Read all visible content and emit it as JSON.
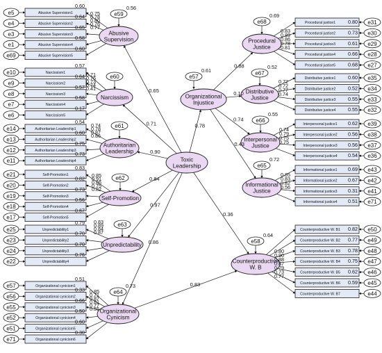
{
  "latents": [
    {
      "id": "abusive",
      "name": [
        "Abusive",
        "Supervision"
      ],
      "err": "e59",
      "r2": "0.56"
    },
    {
      "id": "narc",
      "name": [
        "Narcissism"
      ],
      "err": "e60",
      "r2": ""
    },
    {
      "id": "auth",
      "name": [
        "Authoritarian",
        "Leadership"
      ],
      "err": "e61",
      "r2": ""
    },
    {
      "id": "selfp",
      "name": [
        "Self-Promotion"
      ],
      "err": "e62",
      "r2": ""
    },
    {
      "id": "unpred",
      "name": [
        "Unpredictability"
      ],
      "err": "e63",
      "r2": ""
    },
    {
      "id": "cyn",
      "name": [
        "Organizational",
        "Cynicism"
      ],
      "err": "e64",
      "r2": "0.73"
    },
    {
      "id": "toxic",
      "name": [
        "Toxic",
        "Leadership"
      ],
      "err": "",
      "r2": ""
    },
    {
      "id": "oi",
      "name": [
        "Organizational",
        "Injustice"
      ],
      "err": "e57",
      "r2": "0.61"
    },
    {
      "id": "pj",
      "name": [
        "Procedural",
        "Justice"
      ],
      "err": "e68",
      "r2": "0.69"
    },
    {
      "id": "dj",
      "name": [
        "Distributive",
        "Justice"
      ],
      "err": "e67",
      "r2": "0.52"
    },
    {
      "id": "ij",
      "name": [
        "Interpersonal",
        "Justice"
      ],
      "err": "e66",
      "r2": "0.55"
    },
    {
      "id": "infj",
      "name": [
        "Informational",
        "Justice"
      ],
      "err": "e65",
      "r2": "0.72"
    },
    {
      "id": "cwb",
      "name": [
        "Counterproductive",
        "W. B"
      ],
      "err": "e58",
      "r2": "0.64"
    }
  ],
  "indicators": {
    "abusive": {
      "side": "L",
      "items": [
        {
          "err": "e5",
          "label": "Abusive Supervision1",
          "val": "0.60",
          "load": "0.75"
        },
        {
          "err": "e4",
          "label": "Abusive Supervision2",
          "val": "0.64",
          "load": "0.78"
        },
        {
          "err": "e3",
          "label": "Abusive Supervision3",
          "val": "0.65",
          "load": "0.80"
        },
        {
          "err": "e1",
          "label": "Abusive Supervision4",
          "val": "0.58",
          "load": "0.76"
        },
        {
          "err": "e69",
          "label": "Abusive Supervision5",
          "val": "0.60",
          "load": "0.77"
        }
      ]
    },
    "narc": {
      "side": "L",
      "items": [
        {
          "err": "e10",
          "label": "Narcissism1",
          "val": "0.57",
          "load": "0.71"
        },
        {
          "err": "e9",
          "label": "Narcissism2",
          "val": "0.64",
          "load": "0.76"
        },
        {
          "err": "e8",
          "label": "Narcissism3",
          "val": "0.57",
          "load": "0.73"
        },
        {
          "err": "e7",
          "label": "Narcissism4",
          "val": "0.58",
          "load": "0.74"
        },
        {
          "err": "e6",
          "label": "Narcissism5",
          "val": "0.17",
          "load": "0.41"
        }
      ]
    },
    "auth": {
      "side": "L",
      "items": [
        {
          "err": "e14",
          "label": "Authoritarian Leadership1",
          "val": "0.54",
          "load": "0.74"
        },
        {
          "err": "e13",
          "label": "Authoritarian Leadership2",
          "val": "0.60",
          "load": "0.78"
        },
        {
          "err": "e12",
          "label": "Authoritarian Leadership3",
          "val": "0.75",
          "load": "0.87"
        },
        {
          "err": "e11",
          "label": "Authoritarian Leadership4",
          "val": "0.73",
          "load": "0.86"
        }
      ]
    },
    "selfp": {
      "side": "L",
      "items": [
        {
          "err": "e21",
          "label": "Self-Promotion1",
          "val": "0.83",
          "load": "0.85"
        },
        {
          "err": "e20",
          "label": "Self-Promotion2",
          "val": "0.82",
          "load": "0.91"
        },
        {
          "err": "e19",
          "label": "Self-Promotion3",
          "val": "0.73",
          "load": "0.86"
        },
        {
          "err": "e18",
          "label": "Self-Promotion4",
          "val": "0.56",
          "load": "0.75"
        },
        {
          "err": "e17",
          "label": "Self-Promotion5",
          "val": "0.67",
          "load": "0.82"
        }
      ]
    },
    "unpred": {
      "side": "L",
      "items": [
        {
          "err": "e25",
          "label": "Unpredictability1",
          "val": "0.79",
          "load": "0.83"
        },
        {
          "err": "e23",
          "label": "Unpredictability2",
          "val": "0.70",
          "load": "0.89"
        },
        {
          "err": "e24",
          "label": "Unpredictability3",
          "val": "0.70",
          "load": "0.84"
        },
        {
          "err": "e22",
          "label": "Unpredictability4",
          "val": "0.76",
          "load": "0.87"
        }
      ]
    },
    "cyn": {
      "side": "L",
      "items": [
        {
          "err": "e57",
          "label": "Organizational cynicism1",
          "val": "0.51",
          "load": "0.85"
        },
        {
          "err": "e56",
          "label": "Organizational cynicism2",
          "val": "0.33",
          "load": "0.71"
        },
        {
          "err": "e55",
          "label": "Organizational cynicism3",
          "val": "0.66",
          "load": "0.87"
        },
        {
          "err": "e52",
          "label": "Organizational cynicism4",
          "val": "0.50",
          "load": "0.81"
        },
        {
          "err": "e51",
          "label": "Organizational cynicism5",
          "val": "0.60",
          "load": "0.77"
        },
        {
          "err": "e71",
          "label": "Organizational cynicism6",
          "val": "0.30",
          "load": "0.55"
        }
      ]
    },
    "pj": {
      "side": "R",
      "items": [
        {
          "err": "e31",
          "label": "Procedural justice1",
          "val": "0.80",
          "load": "0.83"
        },
        {
          "err": "e30",
          "label": "Procedural justice2",
          "val": "0.73",
          "load": "0.89"
        },
        {
          "err": "e29",
          "label": "Procedural justice3",
          "val": "0.61",
          "load": "0.86"
        },
        {
          "err": "e28",
          "label": "Procedural justice4",
          "val": "0.66",
          "load": "0.78"
        },
        {
          "err": "e27",
          "label": "Procedural justice5",
          "val": "0.68",
          "load": "0.81"
        }
      ]
    },
    "dj": {
      "side": "R",
      "items": [
        {
          "err": "e35",
          "label": "Distributive justice1",
          "val": "0.60",
          "load": "0.72"
        },
        {
          "err": "e34",
          "label": "Distributive justice2",
          "val": "0.52",
          "load": "0.72"
        },
        {
          "err": "e33",
          "label": "Distributive justice3",
          "val": "0.55",
          "load": "0.77"
        },
        {
          "err": "e32",
          "label": "Distributive justice4",
          "val": "0.55",
          "load": "0.74"
        }
      ]
    },
    "ij": {
      "side": "R",
      "items": [
        {
          "err": "e39",
          "label": "Interpersonal justice1",
          "val": "0.62",
          "load": "0.74"
        },
        {
          "err": "e38",
          "label": "Interpersonal justice2",
          "val": "0.56",
          "load": "0.79"
        },
        {
          "err": "e37",
          "label": "Interpersonal justice3",
          "val": "0.56",
          "load": "0.75"
        },
        {
          "err": "e36",
          "label": "Interpersonal justice4",
          "val": "0.54",
          "load": "0.75"
        }
      ]
    },
    "infj": {
      "side": "R",
      "items": [
        {
          "err": "e43",
          "label": "Informational justice1",
          "val": "0.69",
          "load": "0.85"
        },
        {
          "err": "e42",
          "label": "Informational justice2",
          "val": "0.67",
          "load": "0.83"
        },
        {
          "err": "e41",
          "label": "Informational justice3",
          "val": "0.31",
          "load": "0.82"
        },
        {
          "err": "e71",
          "label": "Informational justice4",
          "val": "0.51",
          "load": "0.56"
        }
      ]
    },
    "cwb": {
      "side": "R",
      "items": [
        {
          "err": "e50",
          "label": "Counterproductive W. B1",
          "val": "0.82",
          "load": "0.80"
        },
        {
          "err": "e49",
          "label": "Counterproductive W. B2",
          "val": "0.77",
          "load": "0.90"
        },
        {
          "err": "e48",
          "label": "Counterproductive W. B3",
          "val": "0.78",
          "load": "0.88"
        },
        {
          "err": "e47",
          "label": "Counterproductive W. B4",
          "val": "0.75",
          "load": "0.87"
        },
        {
          "err": "e46",
          "label": "Counterproductive W. B5",
          "val": "0.62",
          "load": "0.79"
        },
        {
          "err": "e45",
          "label": "Counterproductive W. B6",
          "val": "0.59",
          "load": "0.73"
        },
        {
          "err": "e44",
          "label": "Counterproductive W. B7",
          "val": "",
          "load": "0.77"
        }
      ]
    }
  },
  "paths": [
    {
      "from": "toxic",
      "to": "abusive",
      "label": "0.65"
    },
    {
      "from": "toxic",
      "to": "narc",
      "label": "0.71"
    },
    {
      "from": "toxic",
      "to": "auth",
      "label": "0.90"
    },
    {
      "from": "toxic",
      "to": "selfp",
      "label": "0.84"
    },
    {
      "from": "toxic",
      "to": "unpred",
      "label": "0.97"
    },
    {
      "from": "toxic",
      "to": "cyn",
      "label": "0.86"
    },
    {
      "from": "toxic",
      "to": "oi",
      "label": "0.78"
    },
    {
      "from": "toxic",
      "to": "cwb",
      "label": "0.36"
    },
    {
      "from": "oi",
      "to": "pj",
      "label": "0.88"
    },
    {
      "from": "oi",
      "to": "dj",
      "label": "0.10"
    },
    {
      "from": "oi",
      "to": "ij",
      "label": "0.74"
    },
    {
      "from": "oi",
      "to": "infj",
      "label": "0.43"
    },
    {
      "from": "cyn",
      "to": "cwb",
      "label": "0.83"
    }
  ]
}
